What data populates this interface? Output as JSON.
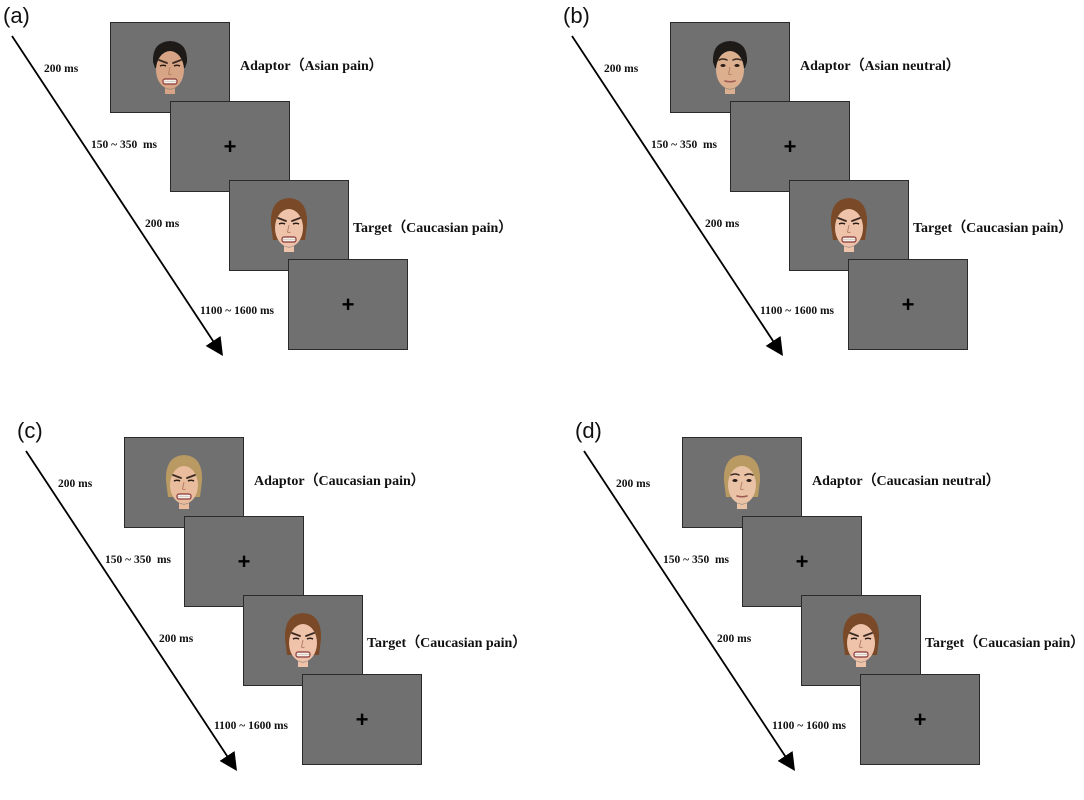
{
  "panels": [
    {
      "label": "(a)",
      "adaptor_text": "Adaptor（Asian pain）",
      "target_text": "Target（Caucasian pain）",
      "adaptor_face": {
        "ethnicity": "Asian",
        "expression": "pain",
        "hair": "#1e1a18",
        "skin": "#d7a585"
      },
      "target_face": {
        "ethnicity": "Caucasian",
        "expression": "pain",
        "hair": "#7a4a28",
        "skin": "#efc2aa"
      },
      "times": [
        "200 ms",
        "150 ~ 350  ms",
        "200 ms",
        "1100 ~ 1600 ms"
      ],
      "fixation": "+"
    },
    {
      "label": "(b)",
      "adaptor_text": "Adaptor（Asian neutral）",
      "target_text": "Target（Caucasian pain）",
      "adaptor_face": {
        "ethnicity": "Asian",
        "expression": "neutral",
        "hair": "#1e1a18",
        "skin": "#dcb08f"
      },
      "target_face": {
        "ethnicity": "Caucasian",
        "expression": "pain",
        "hair": "#7a4a28",
        "skin": "#efc2aa"
      },
      "times": [
        "200 ms",
        "150 ~ 350  ms",
        "200 ms",
        "1100 ~ 1600 ms"
      ],
      "fixation": "+"
    },
    {
      "label": "(c)",
      "adaptor_text": "Adaptor（Caucasian pain）",
      "target_text": "Target（Caucasian pain）",
      "adaptor_face": {
        "ethnicity": "Caucasian",
        "expression": "pain",
        "hair": "#b89a62",
        "skin": "#e8bc9c"
      },
      "target_face": {
        "ethnicity": "Caucasian",
        "expression": "pain",
        "hair": "#7a4a28",
        "skin": "#efc2aa"
      },
      "times": [
        "200 ms",
        "150 ~ 350  ms",
        "200 ms",
        "1100 ~ 1600 ms"
      ],
      "fixation": "+"
    },
    {
      "label": "(d)",
      "adaptor_text": "Adaptor（Caucasian neutral）",
      "target_text": "Target（Caucasian pain）",
      "adaptor_face": {
        "ethnicity": "Caucasian",
        "expression": "neutral",
        "hair": "#b89a62",
        "skin": "#eac3a6"
      },
      "target_face": {
        "ethnicity": "Caucasian",
        "expression": "pain",
        "hair": "#7a4a28",
        "skin": "#efc2aa"
      },
      "times": [
        "200 ms",
        "150 ~ 350  ms",
        "200 ms",
        "1100 ~ 1600 ms"
      ],
      "fixation": "+"
    }
  ],
  "colors": {
    "screen": "#707070",
    "screen_border": "#2a2a2a",
    "arrow": "#000000"
  }
}
